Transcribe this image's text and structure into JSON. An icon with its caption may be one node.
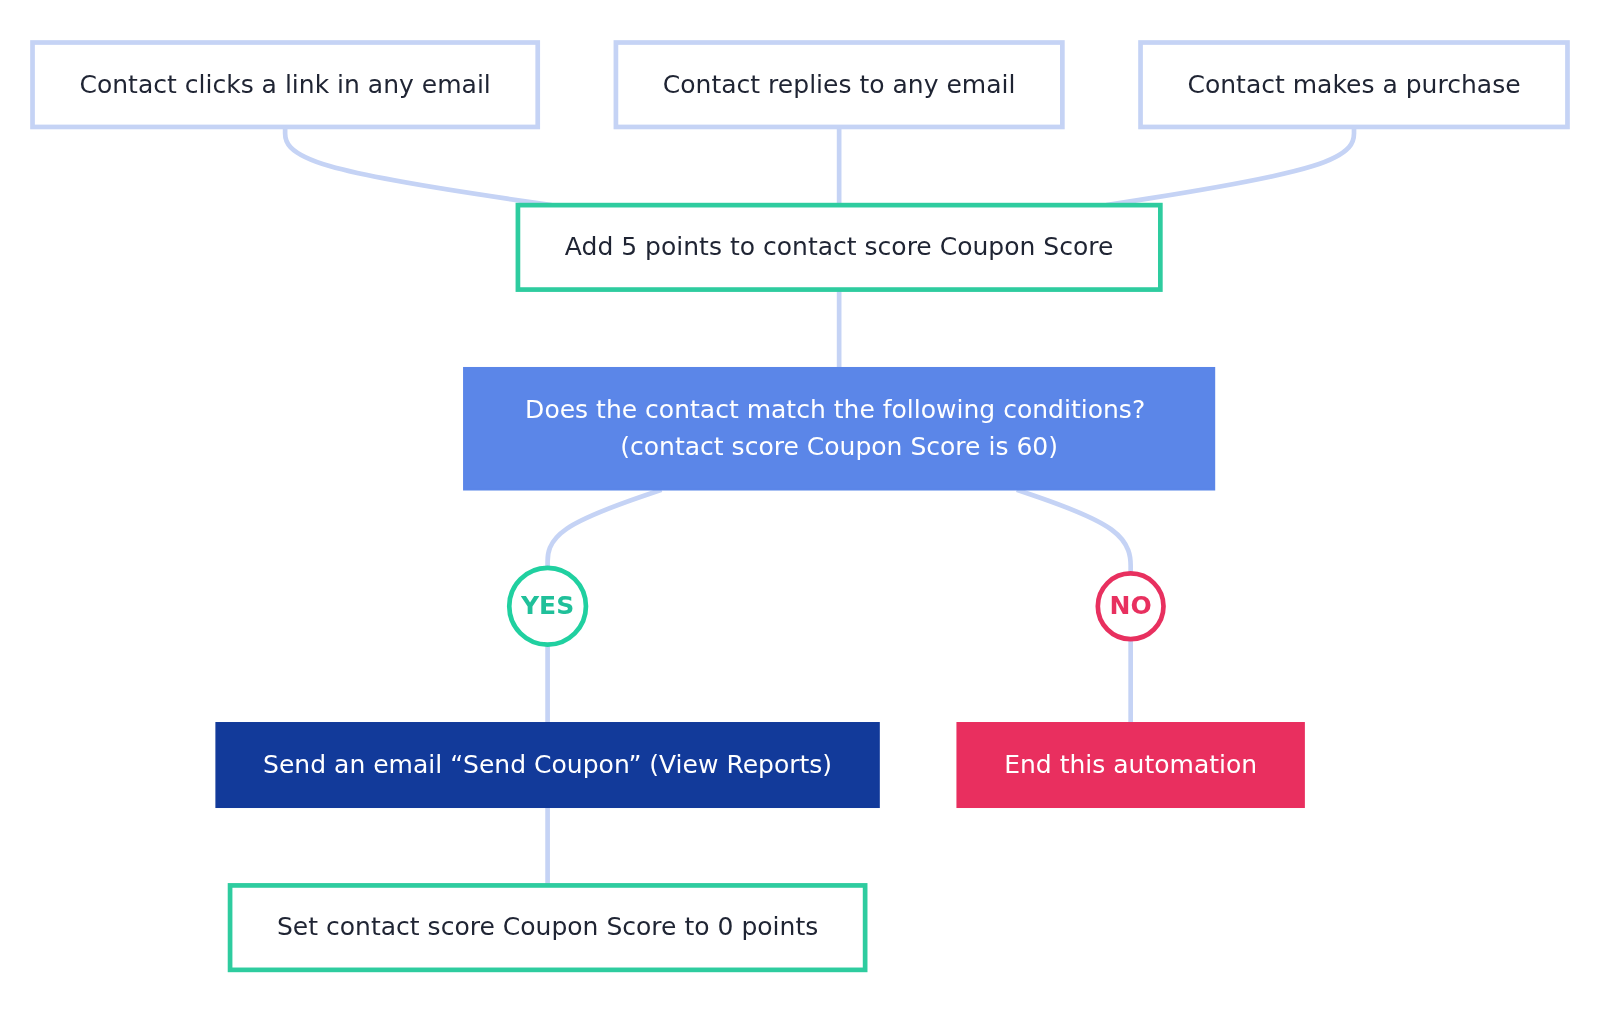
{
  "diagram": {
    "nodes": [
      {
        "text": [
          "Contact clicks a link in any email"
        ]
      },
      {
        "text": [
          "Contact replies to any email"
        ]
      },
      {
        "text": [
          "Contact makes a purchase"
        ]
      },
      {
        "text": [
          "Add 5 points to contact score Coupon Score"
        ]
      },
      {
        "text": [
          "Does the contact match the following conditions? (contact score Coupon Score is 60)"
        ]
      },
      {
        "text": [
          "YES"
        ]
      },
      {
        "text": [
          "NO"
        ]
      },
      {
        "text": [
          "Send an email “Send Coupon” (View Reports)"
        ]
      },
      {
        "text": [
          "End this automation"
        ]
      },
      {
        "text": [
          "Set contact score Coupon Score to 0 points"
        ]
      }
    ],
    "edges": [
      {
        "from": 0,
        "to": 3,
        "arrow": "none"
      },
      {
        "from": 1,
        "to": 3,
        "arrow": "none"
      },
      {
        "from": 2,
        "to": 3,
        "arrow": "none"
      },
      {
        "from": 3,
        "to": 4,
        "arrow": "none"
      },
      {
        "from": 4,
        "to": 5,
        "arrow": "none"
      },
      {
        "from": 4,
        "to": 6,
        "arrow": "none"
      },
      {
        "from": 5,
        "to": 7,
        "arrow": "none"
      },
      {
        "from": 6,
        "to": 8,
        "arrow": "none"
      },
      {
        "from": 7,
        "to": 9,
        "arrow": "none"
      }
    ]
  }
}
